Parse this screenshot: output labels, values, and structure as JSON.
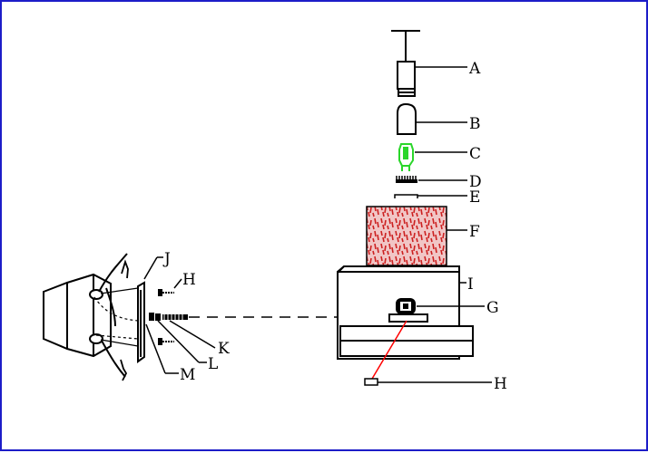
{
  "colors": {
    "frame": "#1c1cc8",
    "line": "#000000",
    "lamp": "#2ad62a",
    "shade_fill": "#d65050",
    "cord": "#ff0000"
  },
  "labels": {
    "a": "A",
    "b": "B",
    "c": "C",
    "d": "D",
    "e": "E",
    "f": "F",
    "g": "G",
    "h_top": "H",
    "h_bottom": "H",
    "i": "I",
    "j": "J",
    "k": "K",
    "l": "L",
    "m": "M"
  }
}
